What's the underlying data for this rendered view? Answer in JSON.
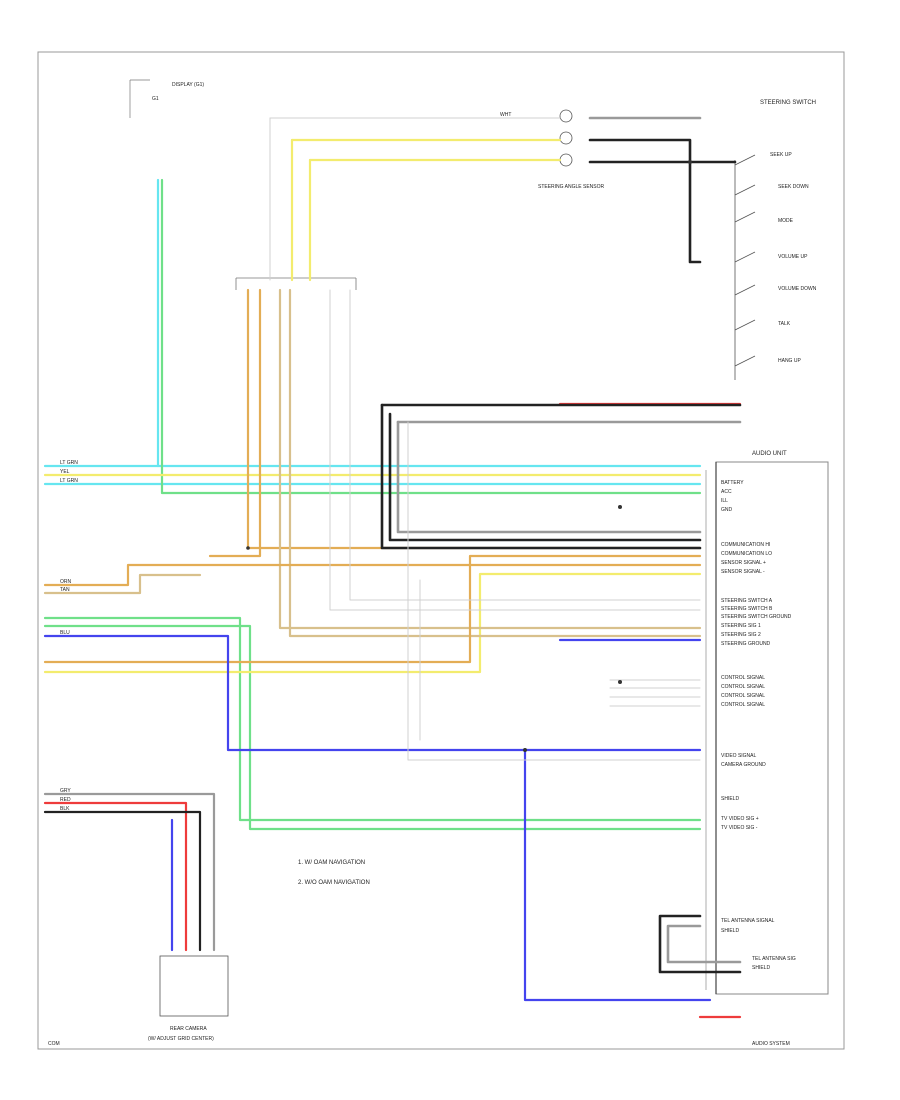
{
  "diagram": {
    "colors": {
      "cyan": "#66e6f0",
      "yellow": "#f3ec6e",
      "green": "#6fe089",
      "orange": "#e3ad55",
      "tan": "#d8c08c",
      "blue": "#4444ee",
      "red": "#ee3b3b",
      "gray": "#9a9a9a",
      "black": "#222222",
      "white_wire": "#d0d0d0"
    },
    "notes": [
      "1. W/ OAM NAVIGATION",
      "2. W/O OAM NAVIGATION"
    ],
    "components": {
      "steering_switch": "STEERING SWITCH",
      "audio_unit": "AUDIO UNIT",
      "rear_camera": "REAR CAMERA",
      "rear_camera_sub": "(W/ ADJUST GRID CENTER)",
      "steering_sensor": "STEERING ANGLE SENSOR",
      "display_ground": "DISPLAY (G1)",
      "gnd_label": "G1"
    },
    "pin_labels": [
      "BATTERY",
      "ACC",
      "ILL",
      "GND",
      "COMMUNICATION HI",
      "COMMUNICATION LO",
      "SENSOR SIGNAL +",
      "SENSOR SIGNAL -",
      "STEERING SWITCH A",
      "STEERING SWITCH B",
      "STEERING SWITCH GROUND",
      "STEERING SIG 1",
      "STEERING SIG 2",
      "STEERING GROUND",
      "CONTROL SIGNAL",
      "CONTROL SIGNAL",
      "CONTROL SIGNAL",
      "CONTROL SIGNAL",
      "VIDEO SIGNAL",
      "CAMERA GROUND",
      "SHIELD",
      "TV VIDEO SIG +",
      "TV VIDEO SIG -",
      "TEL ANTENNA SIGNAL",
      "SHIELD",
      "TEL ANTENNA SIG",
      "SHIELD"
    ],
    "switch_labels": [
      "SEEK UP",
      "SEEK DOWN",
      "MODE",
      "VOLUME UP",
      "VOLUME DOWN",
      "TALK",
      "HANG UP"
    ],
    "wire_codes": {
      "cyan": "LT GRN",
      "yellow": "YEL",
      "green": "LT GRN",
      "orange": "ORN",
      "tan": "TAN",
      "blue": "BLU",
      "red": "RED",
      "gray": "GRY",
      "black": "BLK",
      "white": "WHT"
    },
    "footer": {
      "left_code": "COM",
      "right_title": "AUDIO SYSTEM"
    }
  }
}
